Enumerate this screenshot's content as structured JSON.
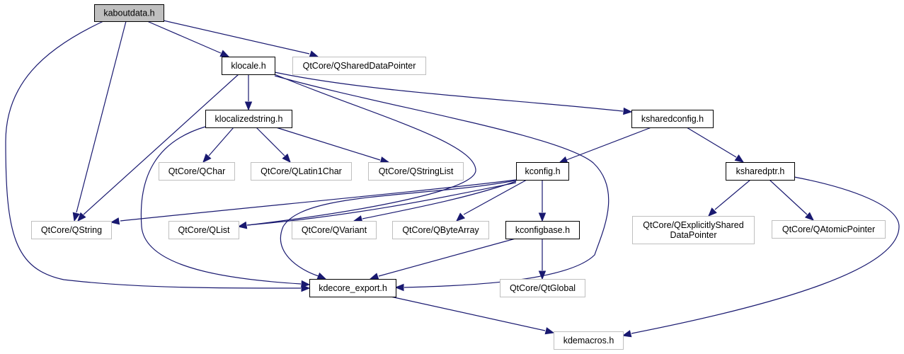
{
  "diagram": {
    "title": "kaboutdata.h include dependency graph",
    "colors": {
      "edge": "#191970",
      "root_fill": "#bfbfbf",
      "documented_border": "#000000",
      "external_border": "#bfbfbf"
    },
    "nodes": [
      {
        "id": "kaboutdata",
        "label": [
          "kaboutdata.h"
        ],
        "kind": "root"
      },
      {
        "id": "klocale",
        "label": [
          "klocale.h"
        ],
        "kind": "documented"
      },
      {
        "id": "qshareddatapointer",
        "label": [
          "QtCore/QSharedDataPointer"
        ],
        "kind": "external"
      },
      {
        "id": "klocalizedstring",
        "label": [
          "klocalizedstring.h"
        ],
        "kind": "documented"
      },
      {
        "id": "ksharedconfig",
        "label": [
          "ksharedconfig.h"
        ],
        "kind": "documented"
      },
      {
        "id": "qchar",
        "label": [
          "QtCore/QChar"
        ],
        "kind": "external"
      },
      {
        "id": "qlatin1char",
        "label": [
          "QtCore/QLatin1Char"
        ],
        "kind": "external"
      },
      {
        "id": "qstringlist",
        "label": [
          "QtCore/QStringList"
        ],
        "kind": "external"
      },
      {
        "id": "kconfig",
        "label": [
          "kconfig.h"
        ],
        "kind": "documented"
      },
      {
        "id": "ksharedptr",
        "label": [
          "ksharedptr.h"
        ],
        "kind": "documented"
      },
      {
        "id": "qstring",
        "label": [
          "QtCore/QString"
        ],
        "kind": "external"
      },
      {
        "id": "qlist",
        "label": [
          "QtCore/QList"
        ],
        "kind": "external"
      },
      {
        "id": "qvariant",
        "label": [
          "QtCore/QVariant"
        ],
        "kind": "external"
      },
      {
        "id": "qbytearray",
        "label": [
          "QtCore/QByteArray"
        ],
        "kind": "external"
      },
      {
        "id": "kconfigbase",
        "label": [
          "kconfigbase.h"
        ],
        "kind": "documented"
      },
      {
        "id": "qexplicitlyshareddatapointer",
        "label": [
          "QtCore/QExplicitlyShared",
          "DataPointer"
        ],
        "kind": "external"
      },
      {
        "id": "qatomicpointer",
        "label": [
          "QtCore/QAtomicPointer"
        ],
        "kind": "external"
      },
      {
        "id": "kdecore_export",
        "label": [
          "kdecore_export.h"
        ],
        "kind": "documented"
      },
      {
        "id": "qtglobal",
        "label": [
          "QtCore/QtGlobal"
        ],
        "kind": "external"
      },
      {
        "id": "kdemacros",
        "label": [
          "kdemacros.h"
        ],
        "kind": "external"
      }
    ],
    "edges": [
      {
        "from": "kaboutdata",
        "to": "kdecore_export"
      },
      {
        "from": "kaboutdata",
        "to": "qstring"
      },
      {
        "from": "kaboutdata",
        "to": "klocale"
      },
      {
        "from": "kaboutdata",
        "to": "qshareddatapointer"
      },
      {
        "from": "klocale",
        "to": "klocalizedstring"
      },
      {
        "from": "klocale",
        "to": "qstring"
      },
      {
        "from": "klocale",
        "to": "qlist"
      },
      {
        "from": "klocale",
        "to": "kdecore_export"
      },
      {
        "from": "klocale",
        "to": "ksharedconfig"
      },
      {
        "from": "klocalizedstring",
        "to": "kdecore_export"
      },
      {
        "from": "klocalizedstring",
        "to": "qchar"
      },
      {
        "from": "klocalizedstring",
        "to": "qlatin1char"
      },
      {
        "from": "klocalizedstring",
        "to": "qstringlist"
      },
      {
        "from": "ksharedconfig",
        "to": "kconfig"
      },
      {
        "from": "ksharedconfig",
        "to": "ksharedptr"
      },
      {
        "from": "kconfig",
        "to": "qstring"
      },
      {
        "from": "kconfig",
        "to": "qlist"
      },
      {
        "from": "kconfig",
        "to": "kdecore_export"
      },
      {
        "from": "kconfig",
        "to": "qvariant"
      },
      {
        "from": "kconfig",
        "to": "qbytearray"
      },
      {
        "from": "kconfig",
        "to": "kconfigbase"
      },
      {
        "from": "kconfigbase",
        "to": "kdecore_export"
      },
      {
        "from": "kconfigbase",
        "to": "qtglobal"
      },
      {
        "from": "ksharedptr",
        "to": "qexplicitlyshareddatapointer"
      },
      {
        "from": "ksharedptr",
        "to": "qatomicpointer"
      },
      {
        "from": "ksharedptr",
        "to": "kdemacros"
      },
      {
        "from": "kdecore_export",
        "to": "kdemacros"
      }
    ]
  }
}
